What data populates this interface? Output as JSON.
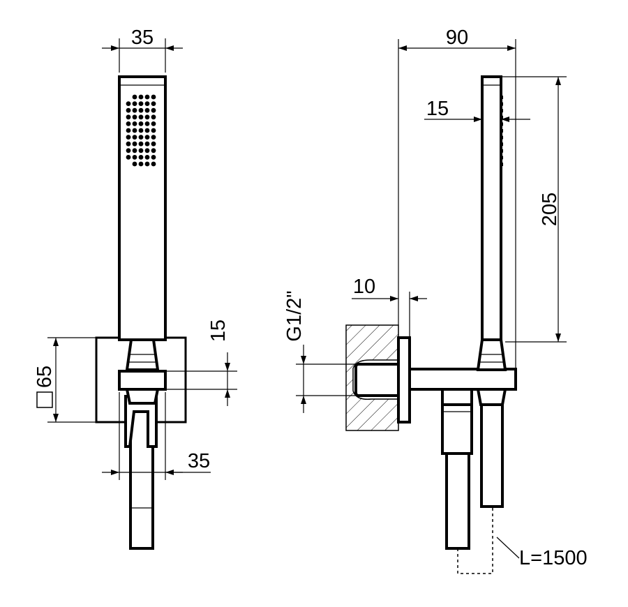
{
  "dimensions": {
    "front_top_width": "35",
    "wall_plate_size": "65",
    "connector_height": "15",
    "front_bottom_width": "35",
    "side_total_depth": "90",
    "head_thickness": "15",
    "handset_length": "205",
    "plate_offset": "10",
    "thread": "G1/2\"",
    "hose_length": "L=1500"
  }
}
